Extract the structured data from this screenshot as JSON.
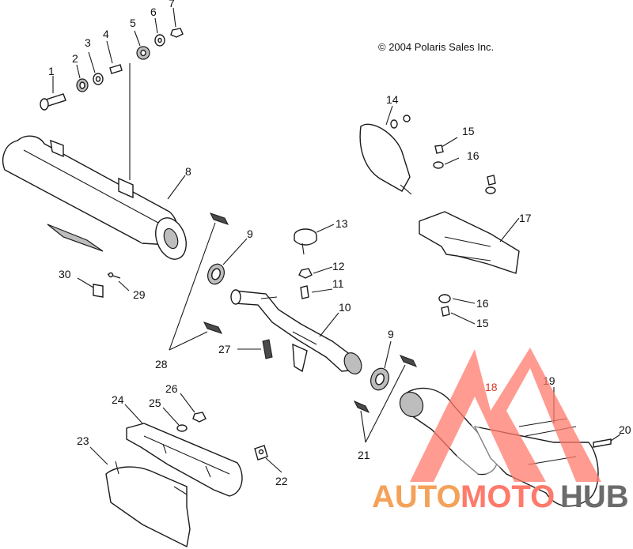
{
  "copyright": "© 2004 Polaris Sales Inc.",
  "callouts": [
    "1",
    "2",
    "3",
    "4",
    "5",
    "6",
    "7",
    "8",
    "9",
    "9",
    "10",
    "11",
    "12",
    "13",
    "14",
    "15",
    "15",
    "16",
    "16",
    "17",
    "18",
    "19",
    "20",
    "21",
    "22",
    "23",
    "24",
    "25",
    "26",
    "27",
    "28",
    "29",
    "30"
  ],
  "watermark": {
    "word_a": "AUTO",
    "word_b": "MOTO",
    "word_c": "HUB",
    "color_primary": "#f4a259",
    "color_secondary": "#ff7a6b",
    "color_dark": "#6b6b6b"
  }
}
